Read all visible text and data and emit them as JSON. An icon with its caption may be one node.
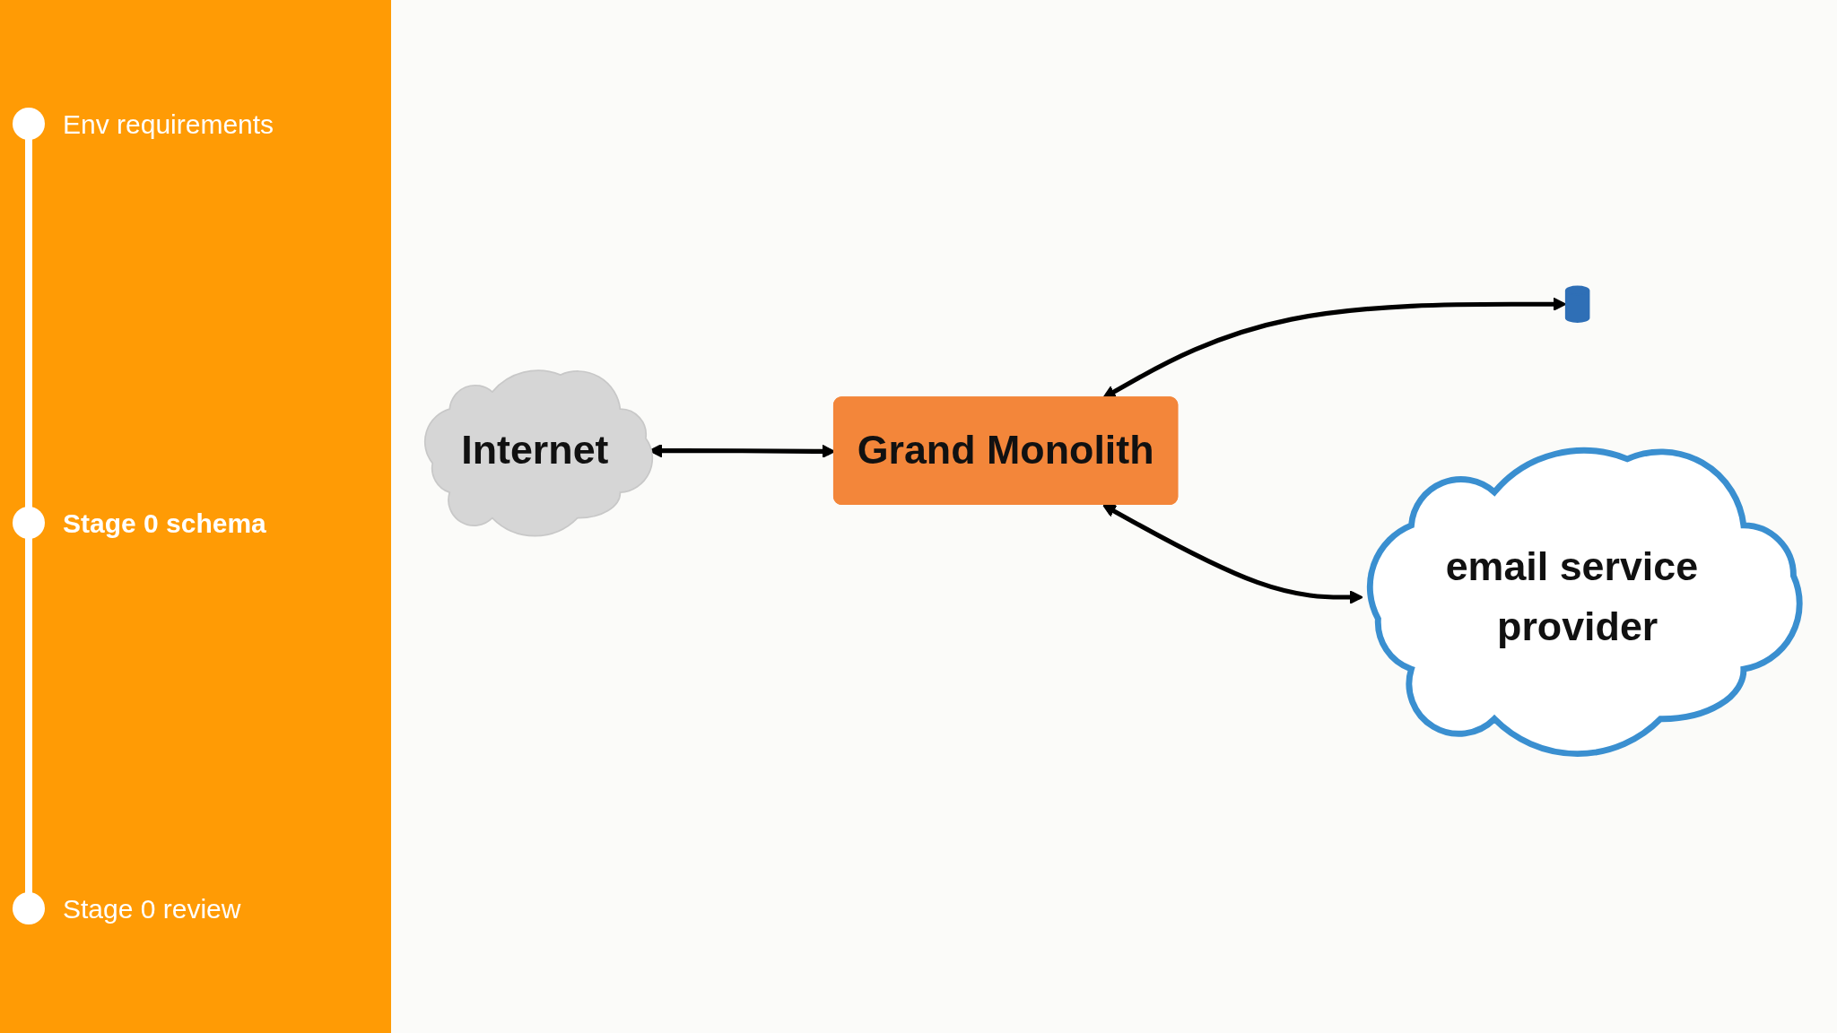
{
  "diagram": {
    "nodes": [
      {
        "text": [
          "Internet"
        ]
      },
      {
        "text": [
          "Grand Monolith"
        ]
      },
      {
        "text": [],
        "shape": "cylinder"
      },
      {
        "text": [
          "email service provider"
        ]
      }
    ],
    "edges": [
      {
        "from": 0,
        "to": 1,
        "arrow": "both"
      },
      {
        "from": 1,
        "to": 2,
        "arrow": "both"
      },
      {
        "from": 1,
        "to": 3,
        "arrow": "both"
      }
    ],
    "labels": [
      "Env requirements",
      "Stage 0 schema",
      "Stage 0 review"
    ]
  }
}
